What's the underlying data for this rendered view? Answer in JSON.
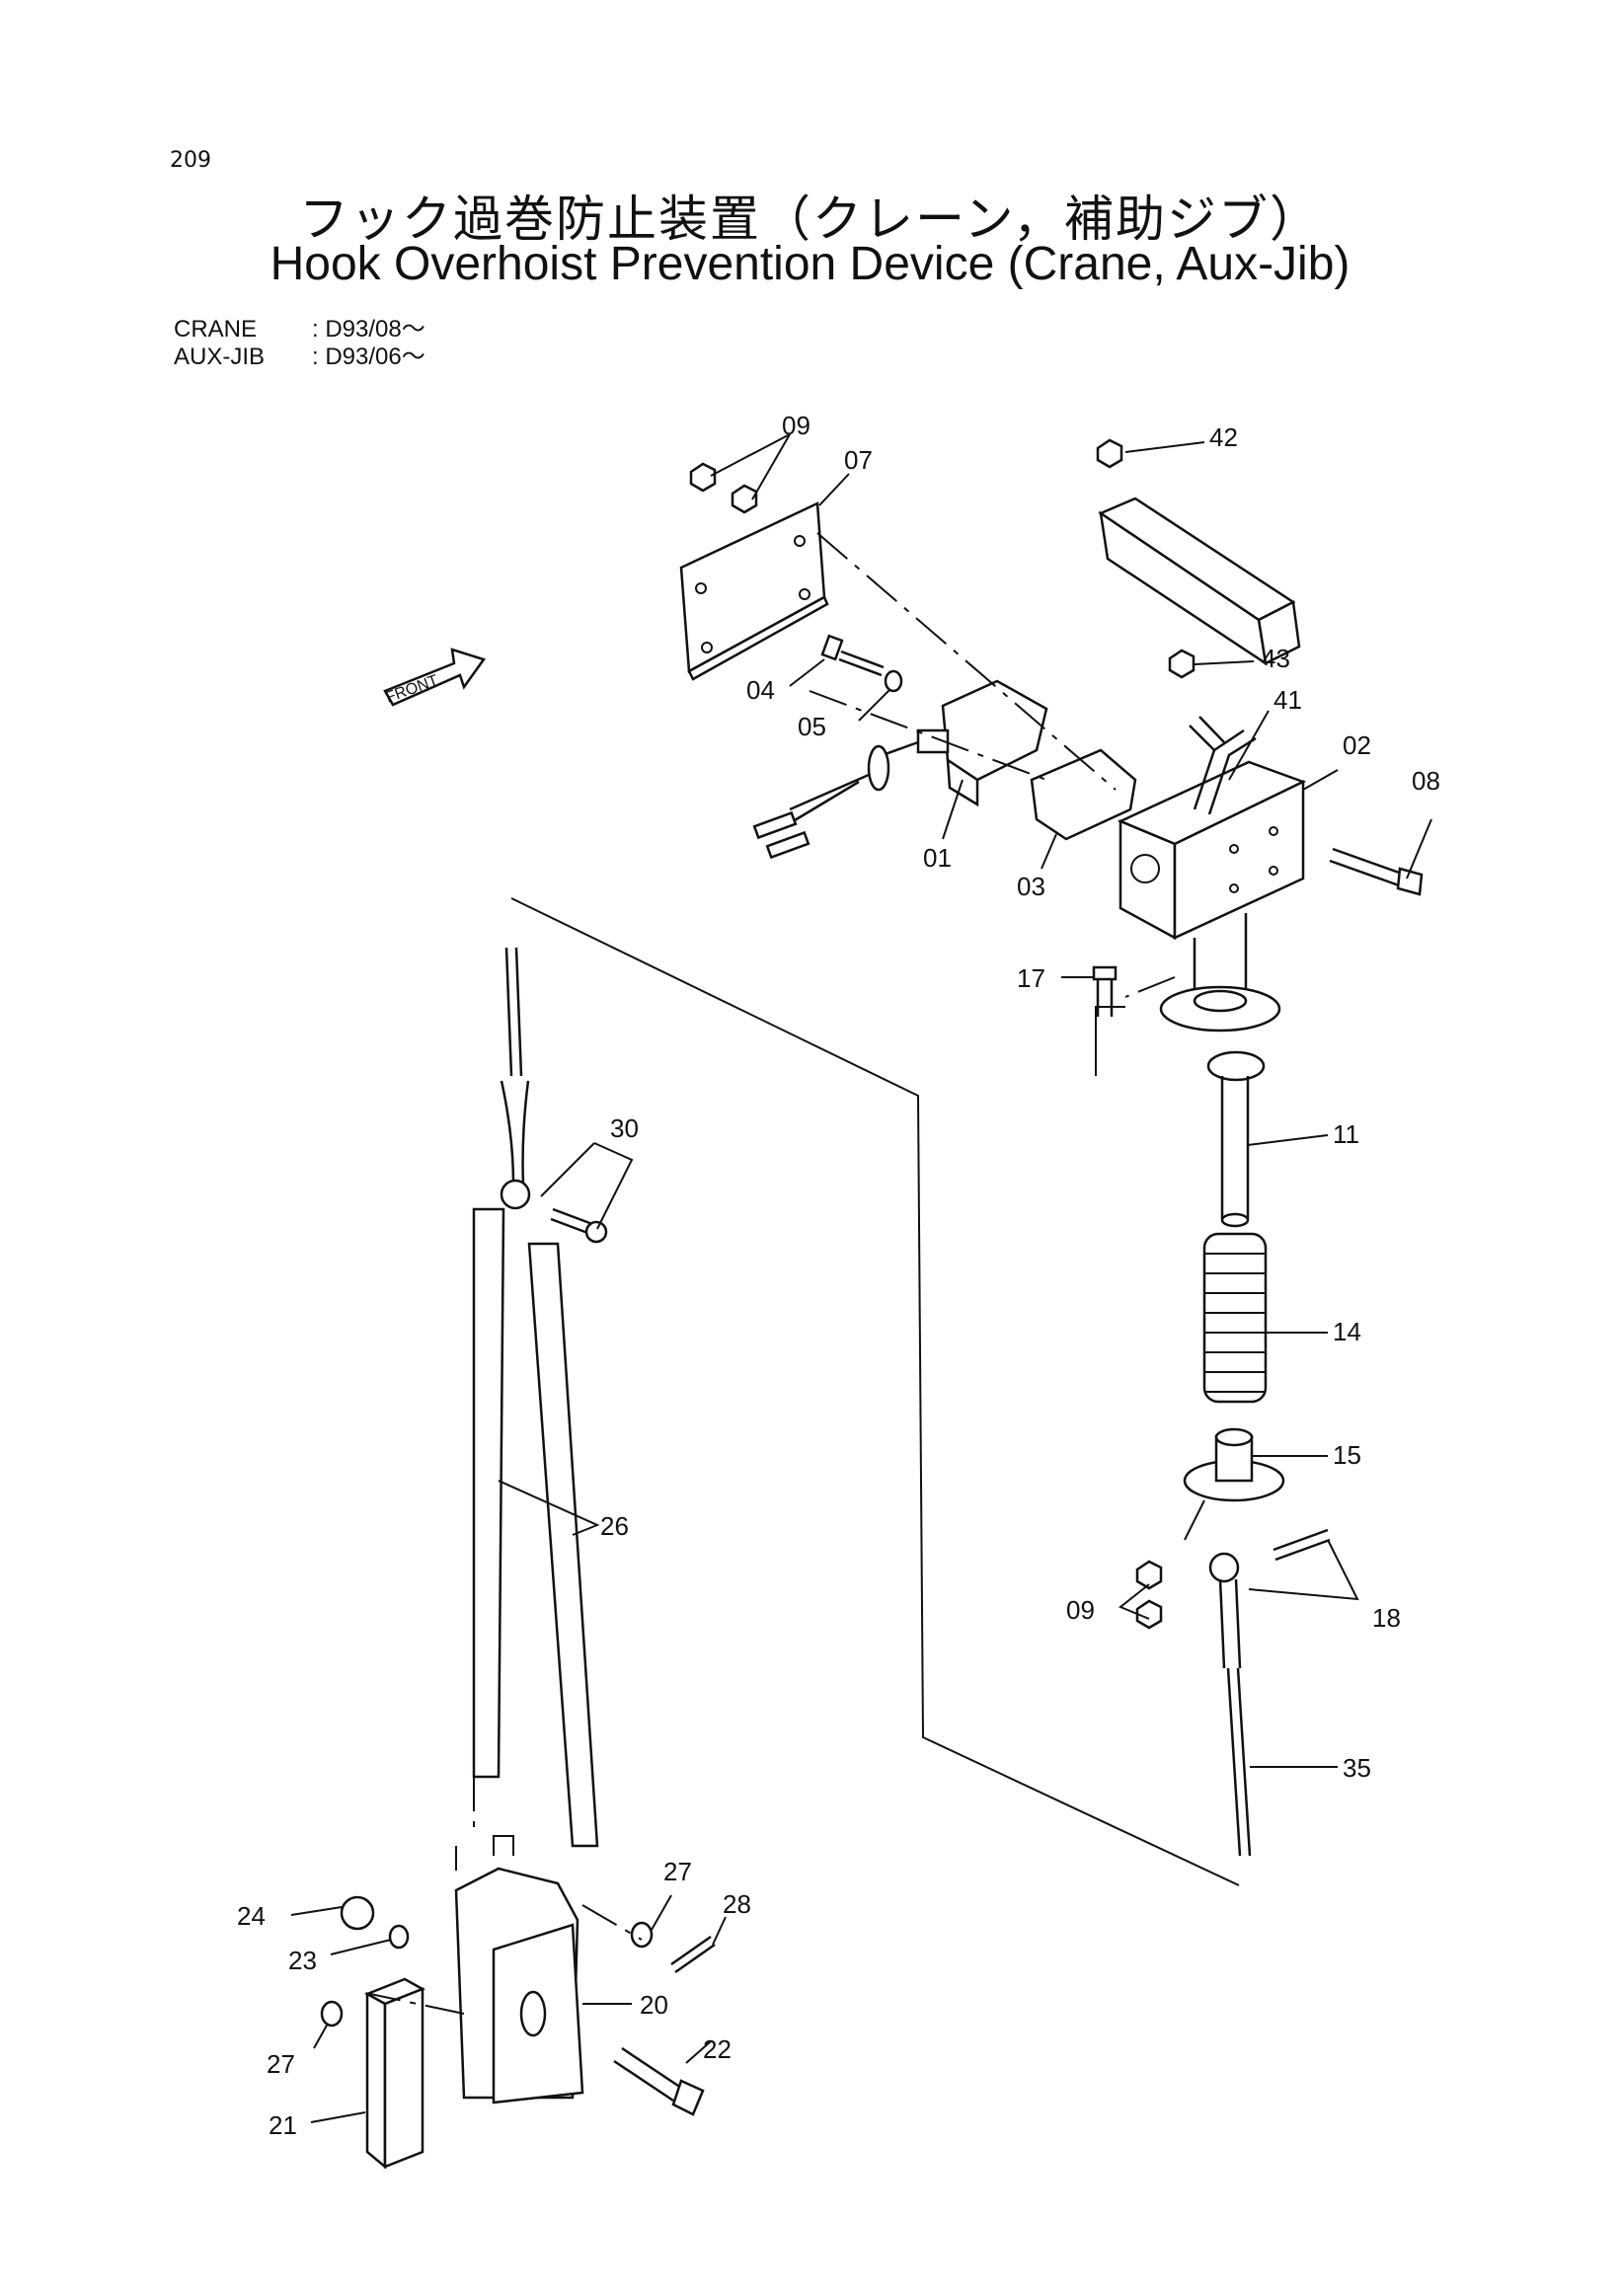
{
  "page_number": "209",
  "title_jp": "フック過巻防止装置（クレーン，補助ジブ）",
  "title_en": "Hook Overhoist Prevention Device (Crane, Aux-Jib)",
  "applicability": [
    {
      "model": "CRANE",
      "serial": ": D93/08～"
    },
    {
      "model": "AUX-JIB",
      "serial": ": D93/06～"
    }
  ],
  "front_label": "FRONT",
  "callouts": {
    "p01": "01",
    "p02": "02",
    "p03": "03",
    "p04": "04",
    "p05": "05",
    "p07": "07",
    "p08": "08",
    "p09a": "09",
    "p09b": "09",
    "p11": "11",
    "p14": "14",
    "p15": "15",
    "p17": "17",
    "p18": "18",
    "p20": "20",
    "p21": "21",
    "p22": "22",
    "p23": "23",
    "p24": "24",
    "p26": "26",
    "p27a": "27",
    "p27b": "27",
    "p28": "28",
    "p30": "30",
    "p35": "35",
    "p41": "41",
    "p42": "42",
    "p43": "43"
  }
}
